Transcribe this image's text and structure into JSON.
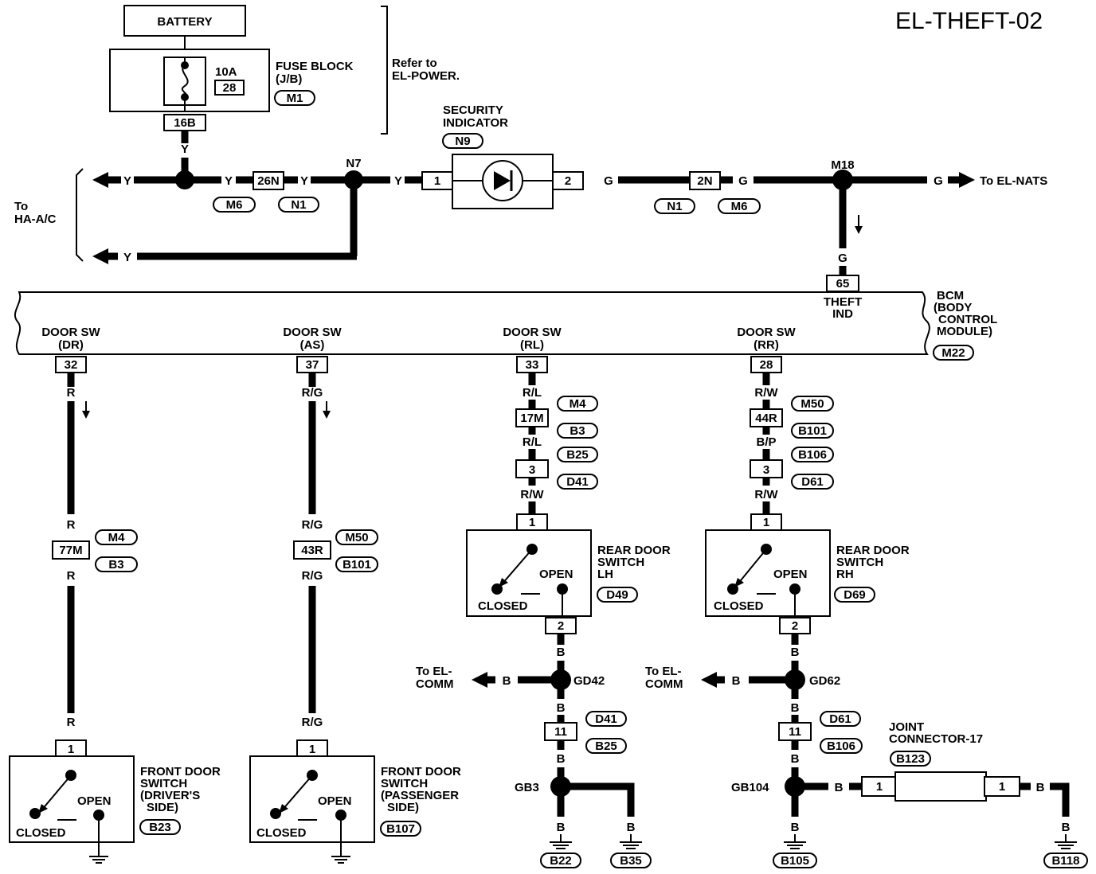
{
  "title": "EL-THEFT-02",
  "battery": "BATTERY",
  "fuse": {
    "amps": "10A",
    "number": "28",
    "block_label_1": "FUSE BLOCK",
    "block_label_2": "(J/B)",
    "connector": "M1",
    "out_pin": "16B"
  },
  "refer": {
    "line1": "Refer to",
    "line2": "EL-POWER."
  },
  "to_hvac": {
    "line1": "To",
    "line2": "HA-A/C"
  },
  "to_nats": "To EL-NATS",
  "security_indicator": {
    "line1": "SECURITY",
    "line2": "INDICATOR",
    "connector": "N9",
    "pin_in": "1",
    "pin_out": "2"
  },
  "top_connectors": {
    "c26n": "26N",
    "c2n": "2N",
    "m6a": "M6",
    "n1a": "N1",
    "n1b": "N1",
    "m6b": "M6"
  },
  "splices": {
    "n7": "N7",
    "m18": "M18",
    "gd42": "GD42",
    "gd62": "GD62",
    "gb3": "GB3",
    "gb104": "GB104"
  },
  "colors": {
    "y": "Y",
    "g": "G",
    "r": "R",
    "rg": "R/G",
    "rl": "R/L",
    "rw": "R/W",
    "bp": "B/P",
    "b": "B"
  },
  "bcm": {
    "label1": "BCM",
    "label2": "(BODY",
    "label3": "CONTROL",
    "label4": "MODULE)",
    "connector": "M22",
    "pin65": "65",
    "theft1": "THEFT",
    "theft2": "IND"
  },
  "door_sw": [
    {
      "label": "DOOR SW",
      "side": "(DR)",
      "pin": "32"
    },
    {
      "label": "DOOR SW",
      "side": "(AS)",
      "pin": "37"
    },
    {
      "label": "DOOR SW",
      "side": "(RL)",
      "pin": "33"
    },
    {
      "label": "DOOR SW",
      "side": "(RR)",
      "pin": "28"
    }
  ],
  "col1": {
    "conn": "77M",
    "tag1": "M4",
    "tag2": "B3",
    "pin": "1",
    "name1": "FRONT DOOR",
    "name2": "SWITCH",
    "name3": "(DRIVER'S",
    "name4": "SIDE)",
    "tag": "B23"
  },
  "col2": {
    "conn": "43R",
    "tag1": "M50",
    "tag2": "B101",
    "pin": "1",
    "name1": "FRONT DOOR",
    "name2": "SWITCH",
    "name3": "(PASSENGER",
    "name4": "SIDE)",
    "tag": "B107"
  },
  "col3": {
    "conn1": "17M",
    "tag1": "M4",
    "tag2": "B3",
    "conn2": "3",
    "tag3": "B25",
    "tag4": "D41",
    "pin1": "1",
    "pin2": "2",
    "name1": "REAR DOOR",
    "name2": "SWITCH",
    "name3": "LH",
    "tag": "D49",
    "conn3": "11",
    "tag5": "D41",
    "tag6": "B25",
    "g1": "B22",
    "g2": "B35"
  },
  "col4": {
    "conn1": "44R",
    "tag1": "M50",
    "tag2": "B101",
    "conn2": "3",
    "tag3": "B106",
    "tag4": "D61",
    "pin1": "1",
    "pin2": "2",
    "name1": "REAR DOOR",
    "name2": "SWITCH",
    "name3": "RH",
    "tag": "D69",
    "conn3": "11",
    "tag5": "D61",
    "tag6": "B106",
    "g1": "B105",
    "g2": "B118"
  },
  "switch_labels": {
    "open": "OPEN",
    "closed": "CLOSED"
  },
  "to_comm": {
    "line1": "To EL-",
    "line2": "COMM"
  },
  "joint": {
    "line1": "JOINT",
    "line2": "CONNECTOR-17",
    "tag": "B123",
    "pin_l": "1",
    "pin_r": "1"
  }
}
